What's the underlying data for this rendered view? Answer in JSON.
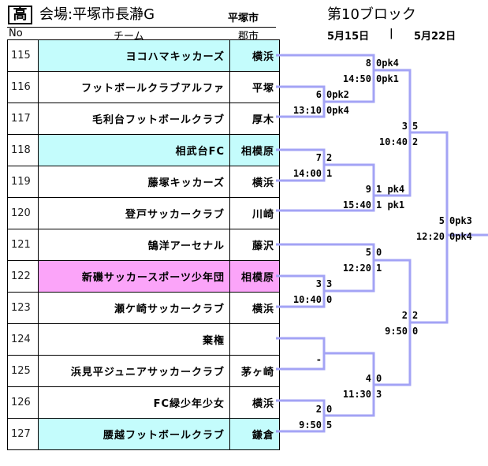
{
  "header": {
    "grade": "高",
    "venue": "会場:平塚市長瀞G",
    "venue_city": "平塚市",
    "block": "第10ブロック",
    "date1": "5月15日",
    "separator": "|",
    "date2": "5月22日"
  },
  "columns": {
    "no": "No",
    "team": "チーム",
    "city": "郡市"
  },
  "teams": [
    {
      "no": "115",
      "name": "ヨコハマキッカーズ",
      "city": "横浜",
      "style": "seed"
    },
    {
      "no": "116",
      "name": "フットボールクラブアルファ",
      "city": "平塚",
      "style": ""
    },
    {
      "no": "117",
      "name": "毛利台フットボールクラブ",
      "city": "厚木",
      "style": ""
    },
    {
      "no": "118",
      "name": "相武台FC",
      "city": "相模原",
      "style": "seed"
    },
    {
      "no": "119",
      "name": "藤塚キッカーズ",
      "city": "横浜",
      "style": ""
    },
    {
      "no": "120",
      "name": "登戸サッカークラブ",
      "city": "川崎",
      "style": ""
    },
    {
      "no": "121",
      "name": "鵠洋アーセナル",
      "city": "藤沢",
      "style": ""
    },
    {
      "no": "122",
      "name": "新磯サッカースポーツ少年団",
      "city": "相模原",
      "style": "host"
    },
    {
      "no": "123",
      "name": "瀬ケ崎サッカークラブ",
      "city": "横浜",
      "style": ""
    },
    {
      "no": "124",
      "name": "棄権",
      "city": "",
      "style": ""
    },
    {
      "no": "125",
      "name": "浜見平ジュニアサッカークラブ",
      "city": "茅ヶ崎",
      "style": ""
    },
    {
      "no": "126",
      "name": "FC緑少年少女",
      "city": "横浜",
      "style": ""
    },
    {
      "no": "127",
      "name": "腰越フットボールクラブ",
      "city": "鎌倉",
      "style": "seed"
    }
  ],
  "matches": [
    {
      "id": "m6",
      "game": "6",
      "time": "13:10",
      "score_top": "0pk2",
      "score_bottom": "0pk4"
    },
    {
      "id": "m8",
      "game": "8",
      "time": "14:50",
      "score_top": "0pk4",
      "score_bottom": "0pk1"
    },
    {
      "id": "m7",
      "game": "7",
      "time": "14:00",
      "score_top": "2",
      "score_bottom": "1"
    },
    {
      "id": "m9",
      "game": "9",
      "time": "15:40",
      "score_top": "1 pk4",
      "score_bottom": "1 pk1"
    },
    {
      "id": "m3b",
      "game": "3",
      "time": "10:40",
      "score_top": "5",
      "score_bottom": "2"
    },
    {
      "id": "m3a",
      "game": "3",
      "time": "10:40",
      "score_top": "3",
      "score_bottom": "0"
    },
    {
      "id": "m5a",
      "game": "5",
      "time": "12:20",
      "score_top": "0",
      "score_bottom": "1"
    },
    {
      "id": "m124",
      "game": "-",
      "time": "",
      "score_top": "",
      "score_bottom": ""
    },
    {
      "id": "m2a",
      "game": "2",
      "time": "9:50",
      "score_top": "0",
      "score_bottom": "5"
    },
    {
      "id": "m4",
      "game": "4",
      "time": "11:30",
      "score_top": "0",
      "score_bottom": "3"
    },
    {
      "id": "m2b",
      "game": "2",
      "time": "9:50",
      "score_top": "2",
      "score_bottom": "0"
    },
    {
      "id": "m5b",
      "game": "5",
      "time": "12:20",
      "score_top": "0pk3",
      "score_bottom": "0pk4"
    }
  ],
  "colors": {
    "bracket_line": "#a3a3f5",
    "seed_fill": "#c4fcfc",
    "host_fill": "#fba4f9"
  }
}
